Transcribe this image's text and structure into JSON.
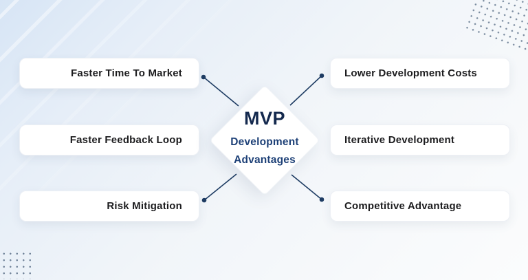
{
  "diagram": {
    "center": {
      "title": "MVP",
      "subtitle_line1": "Development",
      "subtitle_line2": "Advantages"
    },
    "left_items": [
      "Faster Time To Market",
      "Faster Feedback Loop",
      "Risk Mitigation"
    ],
    "right_items": [
      "Lower Development Costs",
      "Iterative Development",
      "Competitive Advantage"
    ],
    "colors": {
      "title_text": "#14294e",
      "subtitle_text": "#1d4077",
      "connector": "#1e3c63",
      "card_text": "#1c1c1e",
      "card_background": "#ffffff",
      "background_tint": "#d9e7f6",
      "dot_pattern": "#64788f"
    }
  }
}
